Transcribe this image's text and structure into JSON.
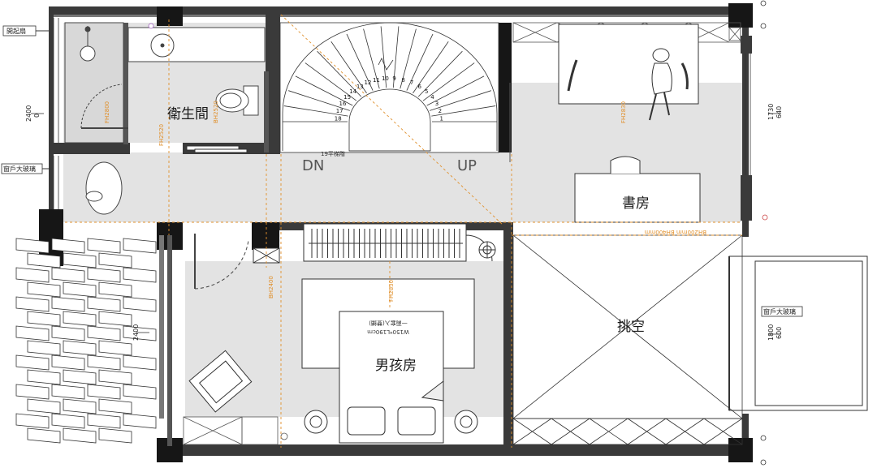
{
  "rooms": {
    "bathroom": "衛生間",
    "study": "書房",
    "boys_room": "男孩房",
    "void": "挑空"
  },
  "tags": {
    "open_fan": "開起扇",
    "window_glass_left": "窗戶大玻璃",
    "window_glass_right": "窗戶大玻璃"
  },
  "stairs": {
    "down": "DN",
    "up": "UP",
    "note": "19平梯階",
    "steps_left": [
      "18",
      "17",
      "16",
      "15",
      "14",
      "13",
      "12",
      "11",
      "10",
      "9",
      "8",
      "7",
      "6",
      "5",
      "4",
      "3",
      "2",
      "1"
    ]
  },
  "bed": {
    "line1": "一兩套入(雙鋪)",
    "line2": "W150*L190cm"
  },
  "dimensions": {
    "left_top_a": "2400",
    "left_top_b": "0",
    "right_top_a": "1730",
    "right_top_b": "640",
    "right_mid_a": "1800",
    "right_mid_b": "600",
    "mid_left": "2400"
  },
  "heights": {
    "bath_fh_a": "FH2800",
    "bath_fh_b": "FH2520",
    "bath_fh_c": "BH2520",
    "study_fh": "FH2830",
    "boys_fh": "FH2830",
    "boys_bh": "BH2400",
    "beam": "BH200mm  BH400mm"
  }
}
